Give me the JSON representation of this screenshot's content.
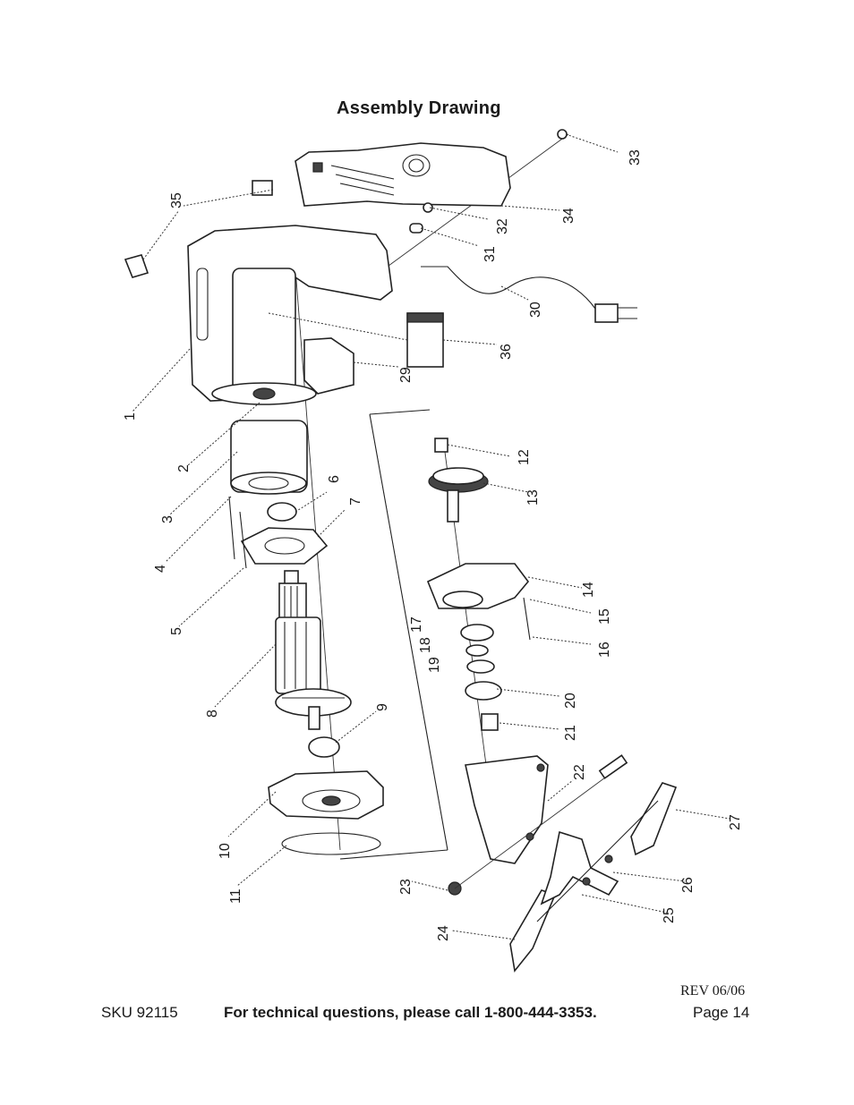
{
  "document": {
    "title": "Assembly Drawing",
    "footer": {
      "sku": "SKU 92115",
      "question": "For technical questions, please call 1-800-444-3353.",
      "revision": "REV 06/06",
      "page": "Page 14"
    }
  },
  "parts": [
    "1",
    "2",
    "3",
    "4",
    "5",
    "6",
    "7",
    "8",
    "9",
    "10",
    "11",
    "12",
    "13",
    "14",
    "15",
    "16",
    "17",
    "18",
    "19",
    "20",
    "21",
    "22",
    "23",
    "24",
    "25",
    "26",
    "27",
    "29",
    "30",
    "31",
    "32",
    "33",
    "34",
    "35",
    "36"
  ]
}
